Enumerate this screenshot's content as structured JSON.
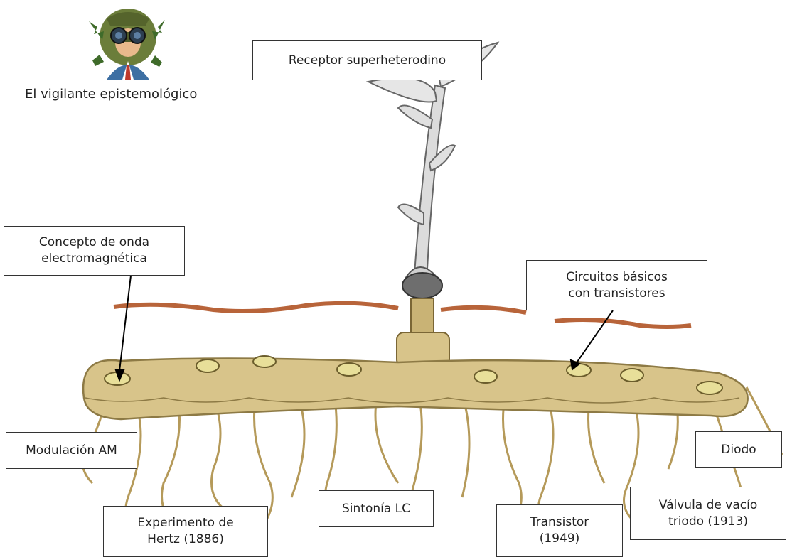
{
  "icon": {
    "name": "binoculars-icon",
    "caption": "El vigilante epistemológico"
  },
  "labels": {
    "stem_top": "Receptor superheterodino",
    "concept": [
      "Concepto de onda",
      "electromagnética"
    ],
    "circuits": [
      "Circuitos básicos",
      "con transistores"
    ],
    "modulation": "Modulación AM",
    "diode": "Diodo",
    "tuning": "Sintonía LC",
    "hertz": [
      "Experimento de",
      "Hertz (1886)"
    ],
    "transistor": [
      "Transistor",
      "(1949)"
    ],
    "valve": [
      "Válvula de vacío",
      "triodo (1913)"
    ]
  },
  "colors": {
    "rhizome": "#d8c48a",
    "rhizome_dark": "#8d7a45",
    "soil": "#b8643a",
    "root": "#b59a5a",
    "leaf": "#e0e0e0"
  }
}
